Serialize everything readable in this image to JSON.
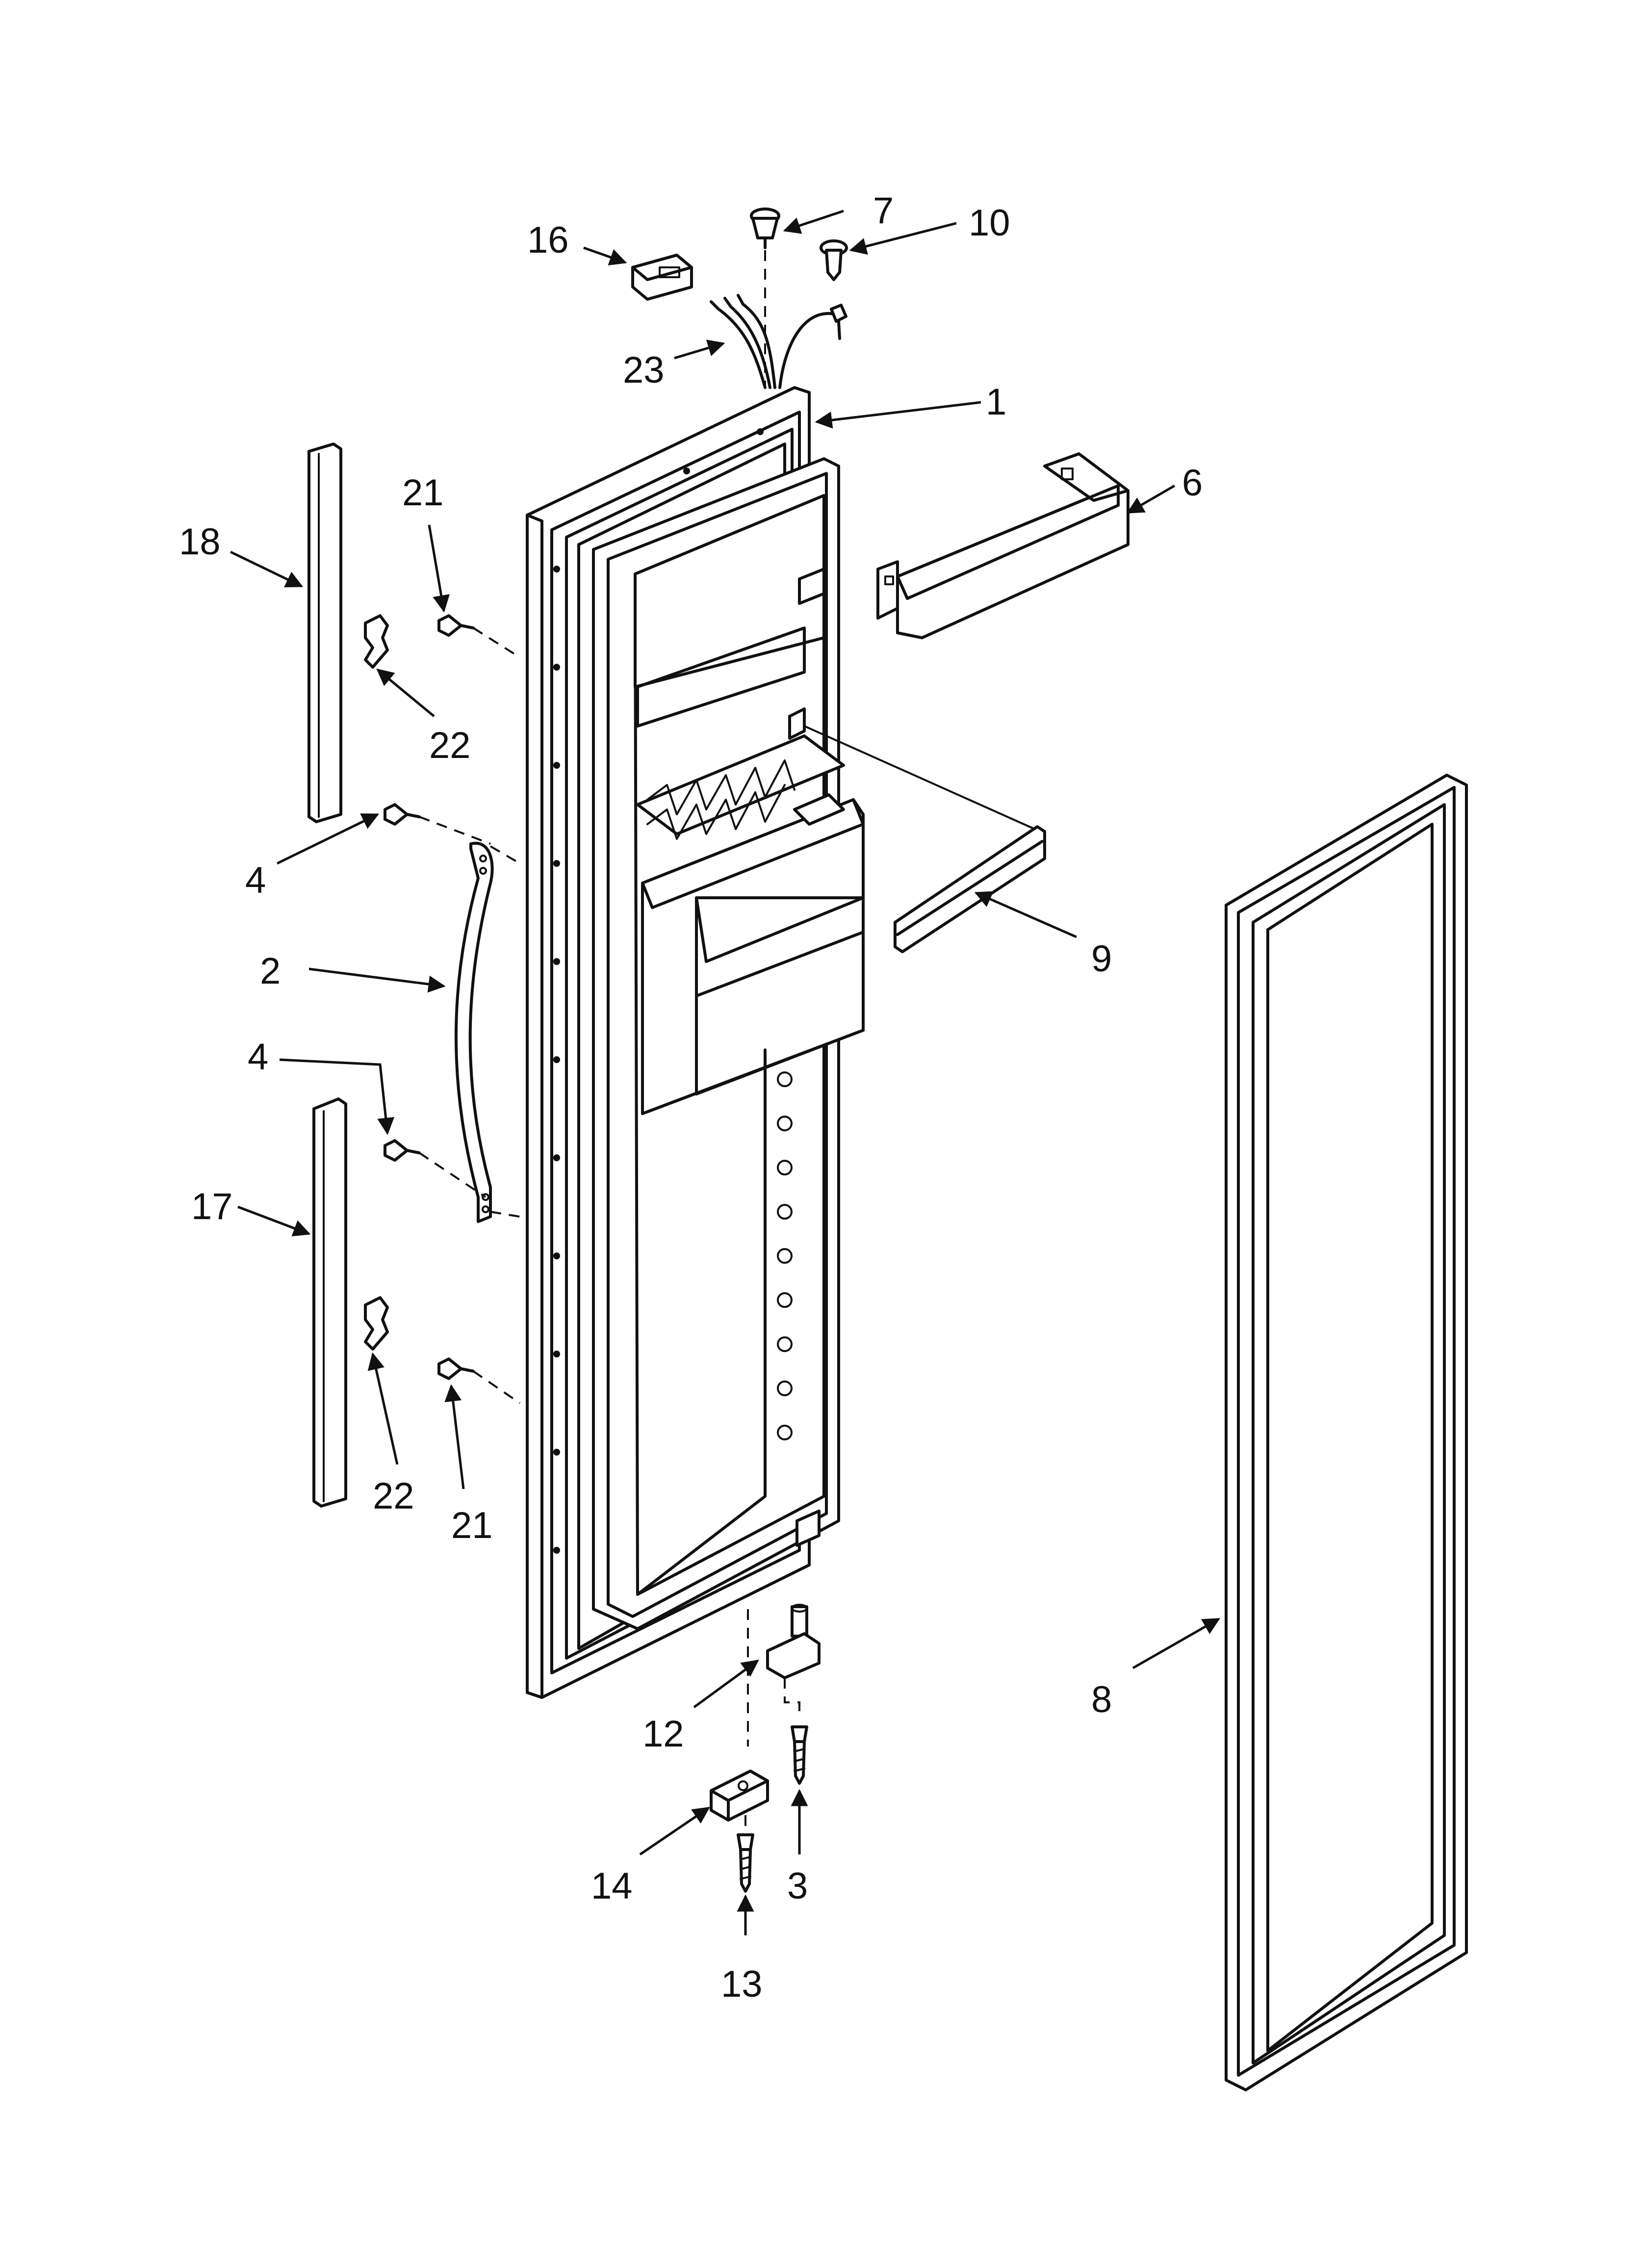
{
  "diagram": {
    "callouts": [
      {
        "id": "c1",
        "number": "1"
      },
      {
        "id": "c2",
        "number": "2"
      },
      {
        "id": "c3",
        "number": "3"
      },
      {
        "id": "c4a",
        "number": "4"
      },
      {
        "id": "c4b",
        "number": "4"
      },
      {
        "id": "c6",
        "number": "6"
      },
      {
        "id": "c7",
        "number": "7"
      },
      {
        "id": "c8",
        "number": "8"
      },
      {
        "id": "c9",
        "number": "9"
      },
      {
        "id": "c10",
        "number": "10"
      },
      {
        "id": "c12",
        "number": "12"
      },
      {
        "id": "c13",
        "number": "13"
      },
      {
        "id": "c14",
        "number": "14"
      },
      {
        "id": "c16",
        "number": "16"
      },
      {
        "id": "c17",
        "number": "17"
      },
      {
        "id": "c18",
        "number": "18"
      },
      {
        "id": "c21a",
        "number": "21"
      },
      {
        "id": "c21b",
        "number": "21"
      },
      {
        "id": "c22a",
        "number": "22"
      },
      {
        "id": "c22b",
        "number": "22"
      },
      {
        "id": "c23",
        "number": "23"
      }
    ]
  }
}
